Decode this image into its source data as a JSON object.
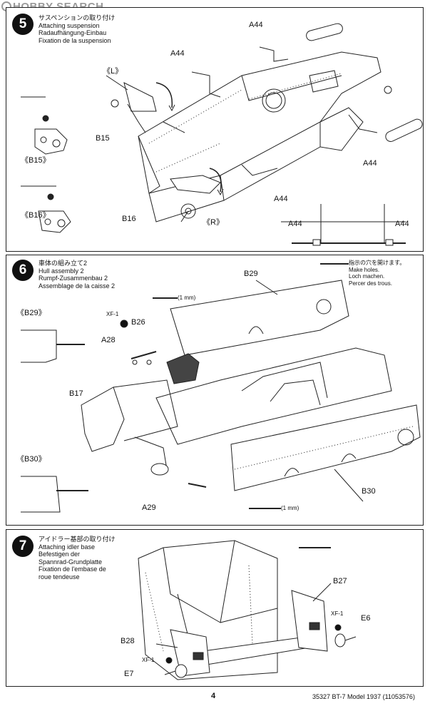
{
  "watermark": "HOBBY SEARCH",
  "step5": {
    "number": "5",
    "title_ja": "サスペンションの取り付け",
    "title_en": "Attaching suspension",
    "title_de": "Radaufhängung-Einbau",
    "title_fr": "Fixation de la suspension",
    "labels": {
      "a44_top": "A44",
      "a44_left": "A44",
      "a44_right": "A44",
      "a44_mid": "A44",
      "l": "《L》",
      "b15": "B15",
      "b15_detail": "《B15》",
      "b16_detail": "《B16》",
      "b16": "B16",
      "r": "《R》",
      "a44_inset_left": "A44",
      "a44_inset_right": "A44"
    }
  },
  "step6": {
    "number": "6",
    "title_ja": "車体の組み立て2",
    "title_en": "Hull assembly 2",
    "title_de": "Rumpf-Zusammenbau 2",
    "title_fr": "Assemblage de la caisse 2",
    "note_ja": "指示の穴を開けます。",
    "note_en": "Make holes.",
    "note_de": "Loch machen.",
    "note_fr": "Percer des trous.",
    "labels": {
      "b29": "B29",
      "xf1": "XF-1",
      "b26": "B26",
      "drill_top": "(1 mm)",
      "b29_detail": "《B29》",
      "a28": "A28",
      "b17": "B17",
      "b30_detail": "《B30》",
      "a29": "A29",
      "drill_bottom": "(1 mm)",
      "b30": "B30"
    }
  },
  "step7": {
    "number": "7",
    "title_ja": "アイドラー基部の取り付け",
    "title_en": "Attaching idler base",
    "title_de": "Befestigen der",
    "title_de2": "Spannrad-Grundplatte",
    "title_fr": "Fixation de l'embase de",
    "title_fr2": "roue tendeuse",
    "labels": {
      "b27": "B27",
      "xf1_right": "XF-1",
      "e6": "E6",
      "b28": "B28",
      "xf1_left": "XF-1",
      "e7": "E7"
    }
  },
  "footer": {
    "page": "4",
    "code": "35327 BT-7 Model 1937 (11053576)"
  }
}
